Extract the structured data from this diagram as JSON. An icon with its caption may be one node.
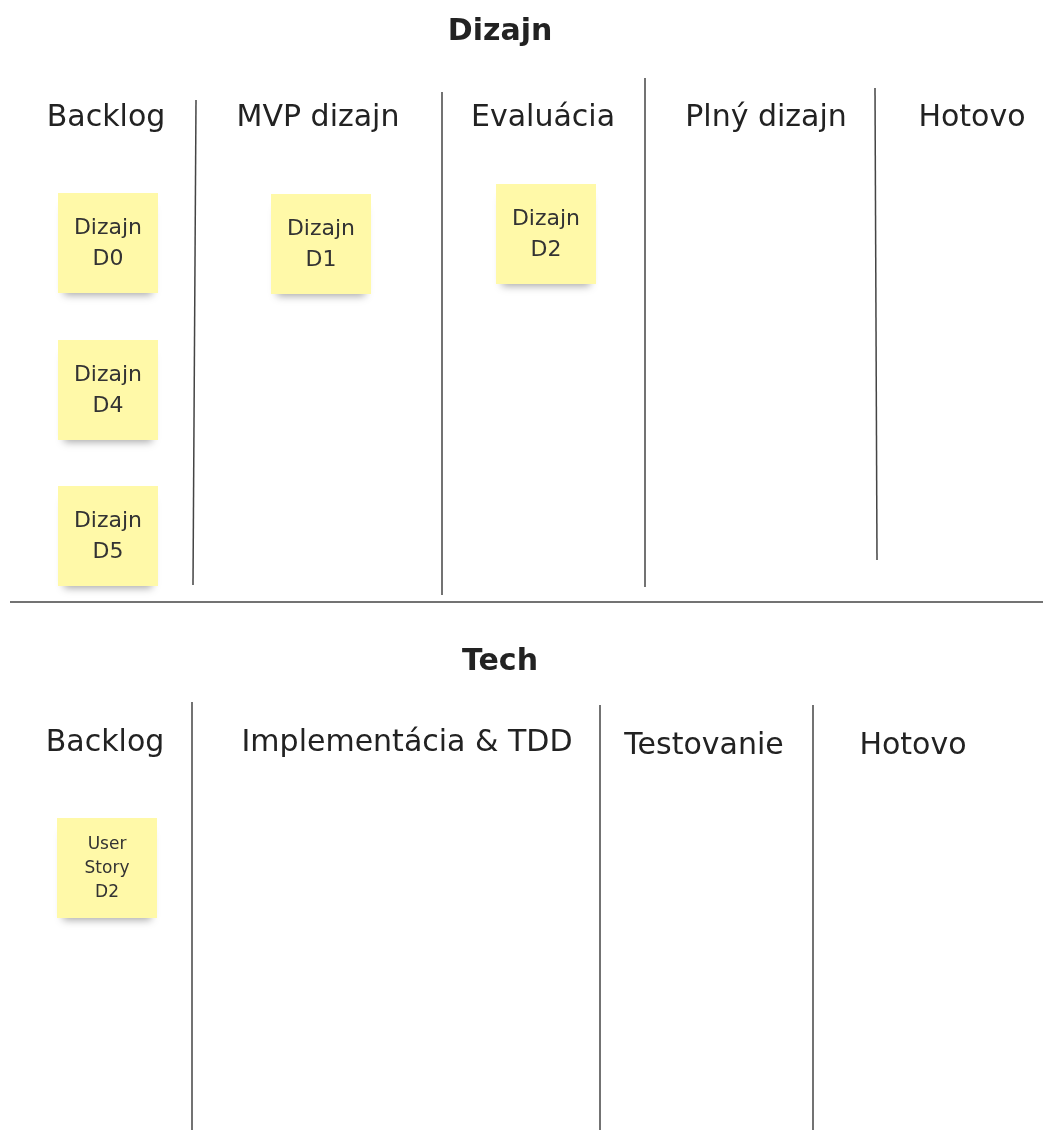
{
  "diagram": {
    "nodes": [
      {
        "text": [
          "Dizajn D0"
        ]
      },
      {
        "text": [
          "Dizajn D1"
        ]
      },
      {
        "text": [
          "Dizajn D2"
        ]
      },
      {
        "text": [
          "Dizajn D4"
        ]
      },
      {
        "text": [
          "Dizajn D5"
        ]
      },
      {
        "text": [
          "User Story D2"
        ]
      }
    ],
    "labels": [
      "Dizajn",
      "Backlog",
      "MVP dizajn",
      "Evaluácia",
      "Plný dizajn",
      "Hotovo",
      "Tech",
      "Backlog",
      "Implementácia & TDD",
      "Testovanie",
      "Hotovo"
    ]
  }
}
